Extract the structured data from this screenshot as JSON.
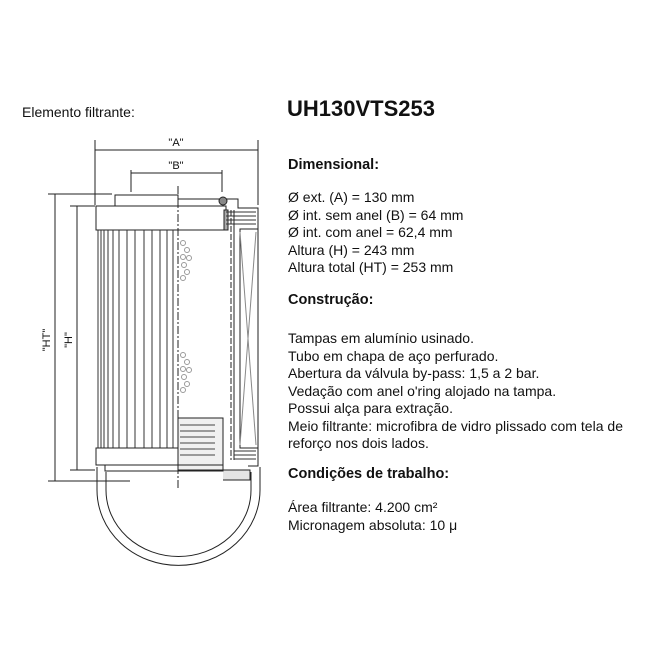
{
  "label": "Elemento filtrante:",
  "title": "UH130VTS253",
  "drawing": {
    "dim_a": "\"A\"",
    "dim_b": "\"B\"",
    "dim_h": "\"H\"",
    "dim_ht": "\"HT\""
  },
  "sections": [
    {
      "heading": "Dimensional:",
      "lines": [
        "Ø ext. (A) = 130 mm",
        "Ø int. sem anel (B) = 64 mm",
        "Ø int. com anel = 62,4 mm",
        "Altura (H) = 243 mm",
        "Altura total (HT) = 253 mm"
      ]
    },
    {
      "heading": "Construção:",
      "lines": [
        "Tampas em alumínio usinado.",
        "Tubo em chapa de aço perfurado.",
        "Abertura da válvula by-pass: 1,5 a 2 bar.",
        "Vedação com anel o'ring alojado na tampa.",
        "Possui alça para extração.",
        "Meio filtrante: microfibra de vidro plissado com tela de reforço nos dois lados."
      ]
    },
    {
      "heading": "Condições de trabalho:",
      "lines": [
        "Área filtrante: 4.200 cm²",
        "Micronagem absoluta: 10 μ"
      ]
    }
  ]
}
